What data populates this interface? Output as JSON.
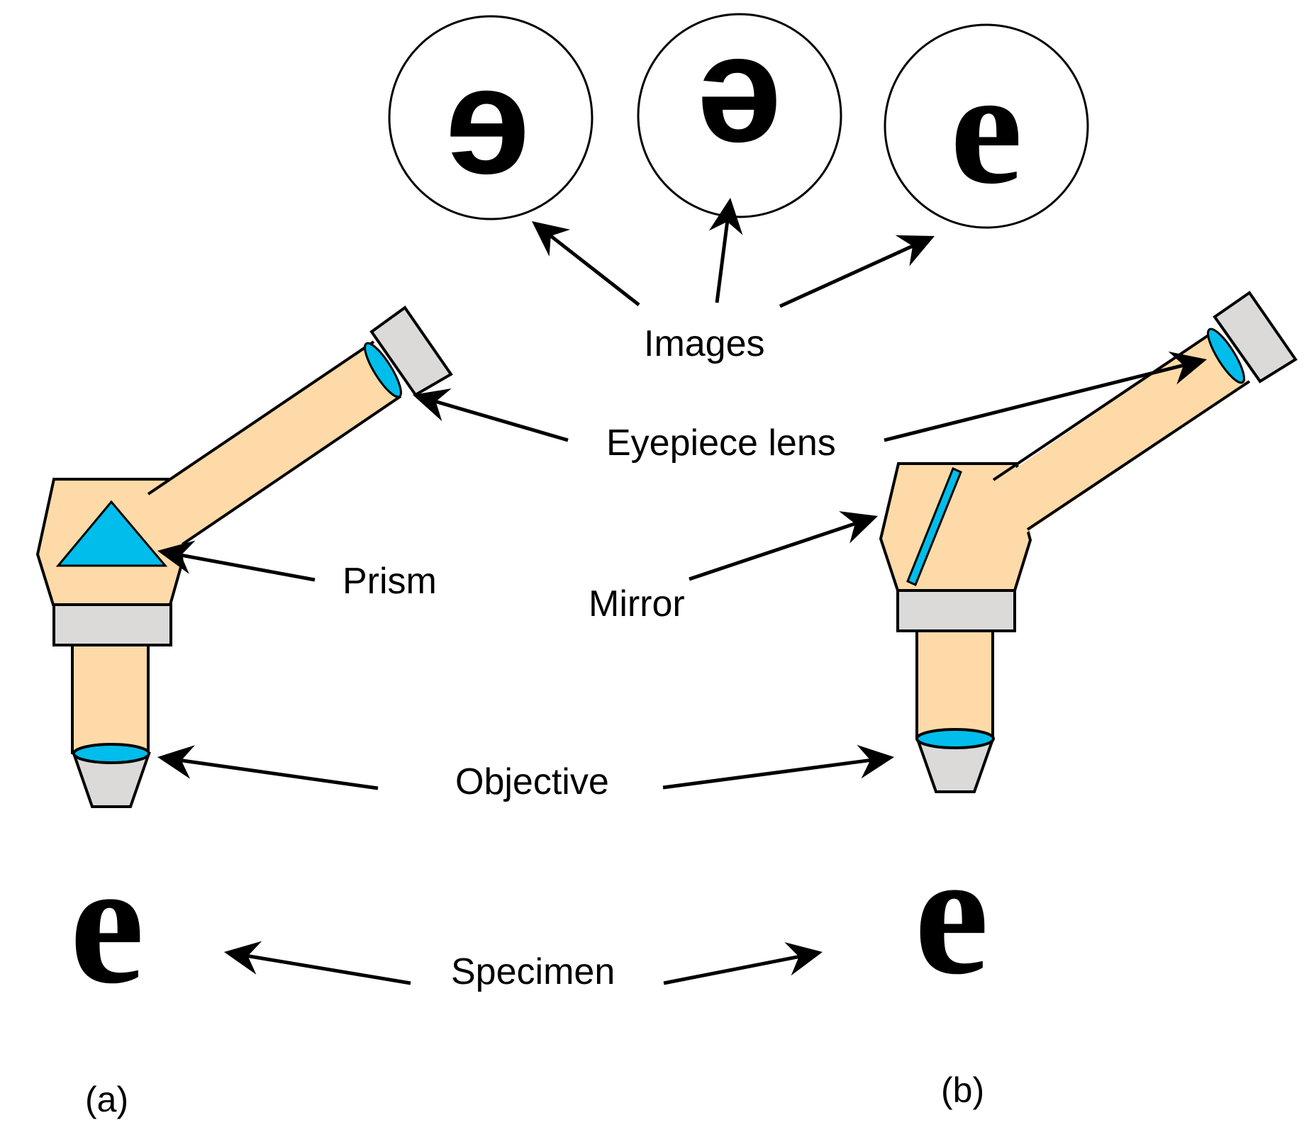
{
  "title": "Image orientation in microscopes with a prism vs. a mirror",
  "colors": {
    "body": "#FDDAA7",
    "glass": "#00BDEB",
    "metal": "#DBDAD9",
    "outline": "#000000"
  },
  "labels": {
    "images": "Images",
    "eyepiece_lens": "Eyepiece lens",
    "prism": "Prism",
    "mirror": "Mirror",
    "objective": "Objective",
    "specimen": "Specimen"
  },
  "panels": {
    "a": {
      "label": "(a)",
      "optic": "prism",
      "specimen_glyph": "e"
    },
    "b": {
      "label": "(b)",
      "optic": "mirror",
      "specimen_glyph": "e"
    }
  },
  "images": [
    {
      "glyph": "e",
      "orientation": "mirrored-horizontal"
    },
    {
      "glyph": "e",
      "orientation": "rotated-180"
    },
    {
      "glyph": "e",
      "orientation": "upright"
    }
  ]
}
